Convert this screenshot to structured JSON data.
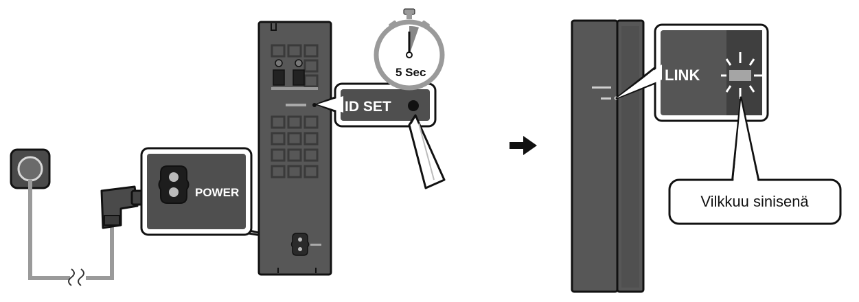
{
  "timer": {
    "text": "5 Sec"
  },
  "id_set": {
    "label": "ID SET"
  },
  "power": {
    "label": "POWER"
  },
  "link": {
    "label": "LINK"
  },
  "callout": {
    "text": "Vilkkuu sinisenä"
  },
  "colors": {
    "speaker_body": "#575757",
    "panel_fill": "#4f4f4f",
    "outline": "#111111",
    "cord": "#9a9a9a"
  }
}
